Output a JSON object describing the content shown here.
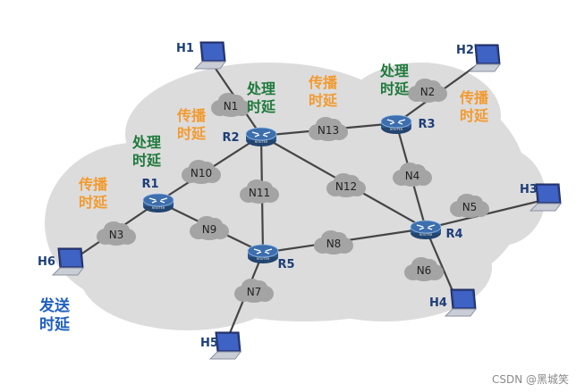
{
  "hosts": [
    "H1",
    "H2",
    "H3",
    "H4",
    "H5",
    "H6"
  ],
  "routers": [
    "R1",
    "R2",
    "R3",
    "R4",
    "R5"
  ],
  "networks": [
    "N1",
    "N2",
    "N3",
    "N4",
    "N5",
    "N6",
    "N7",
    "N8",
    "N9",
    "N10",
    "N11",
    "N12",
    "N13"
  ],
  "router_icon_text": "ROUTER",
  "annotations": {
    "propagation": [
      "传播",
      "时延"
    ],
    "processing": [
      "处理",
      "时延"
    ],
    "transmission": [
      "发送",
      "时延"
    ]
  },
  "colors": {
    "propagation": "#f39a2e",
    "processing": "#1f7a3c",
    "transmission": "#1f5fbf",
    "router": "#3d6fae",
    "cloud": "#a4a4a4",
    "backdrop": "#dcdcdc",
    "link": "#454545"
  },
  "watermark": "CSDN @黑城笑"
}
